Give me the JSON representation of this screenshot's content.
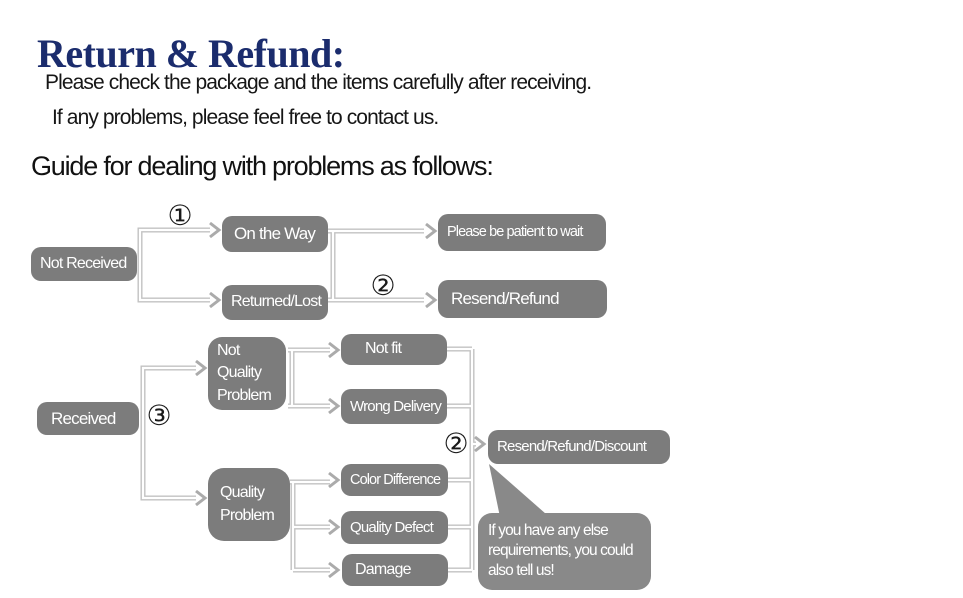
{
  "title": "Return & Refund:",
  "intro": {
    "line1": "Please check the package and the items carefully after receiving.",
    "line2": "If any problems, please feel free to contact us."
  },
  "guide_heading": "Guide for dealing with problems as follows:",
  "flowchart": {
    "nodes": {
      "not_received": "Not Received",
      "on_the_way": "On the Way",
      "returned_lost": "Returned/Lost",
      "please_wait": "Please be patient to wait",
      "resend_refund": "Resend/Refund",
      "received": "Received",
      "not_quality_problem": "Not\nQuality\nProblem",
      "not_fit": "Not fit",
      "wrong_delivery": "Wrong Delivery",
      "quality_problem": "Quality\nProblem",
      "color_difference": "Color Difference",
      "quality_defect": "Quality Defect",
      "damage": "Damage",
      "resend_refund_discount": "Resend/Refund/Discount"
    },
    "markers": {
      "step_1": "①",
      "step_2_shipping": "②",
      "step_3": "③",
      "step_2_received": "②"
    },
    "bubble_text": "If you have any else\nrequirements, you could\nalso tell us!",
    "colors": {
      "title_navy": "#1b2c6d",
      "node_gray": "#7c7c7c",
      "bubble_gray": "#898989",
      "connector_gray": "#c2c2c2",
      "text_white": "#ffffff",
      "body_text": "#161616"
    }
  }
}
